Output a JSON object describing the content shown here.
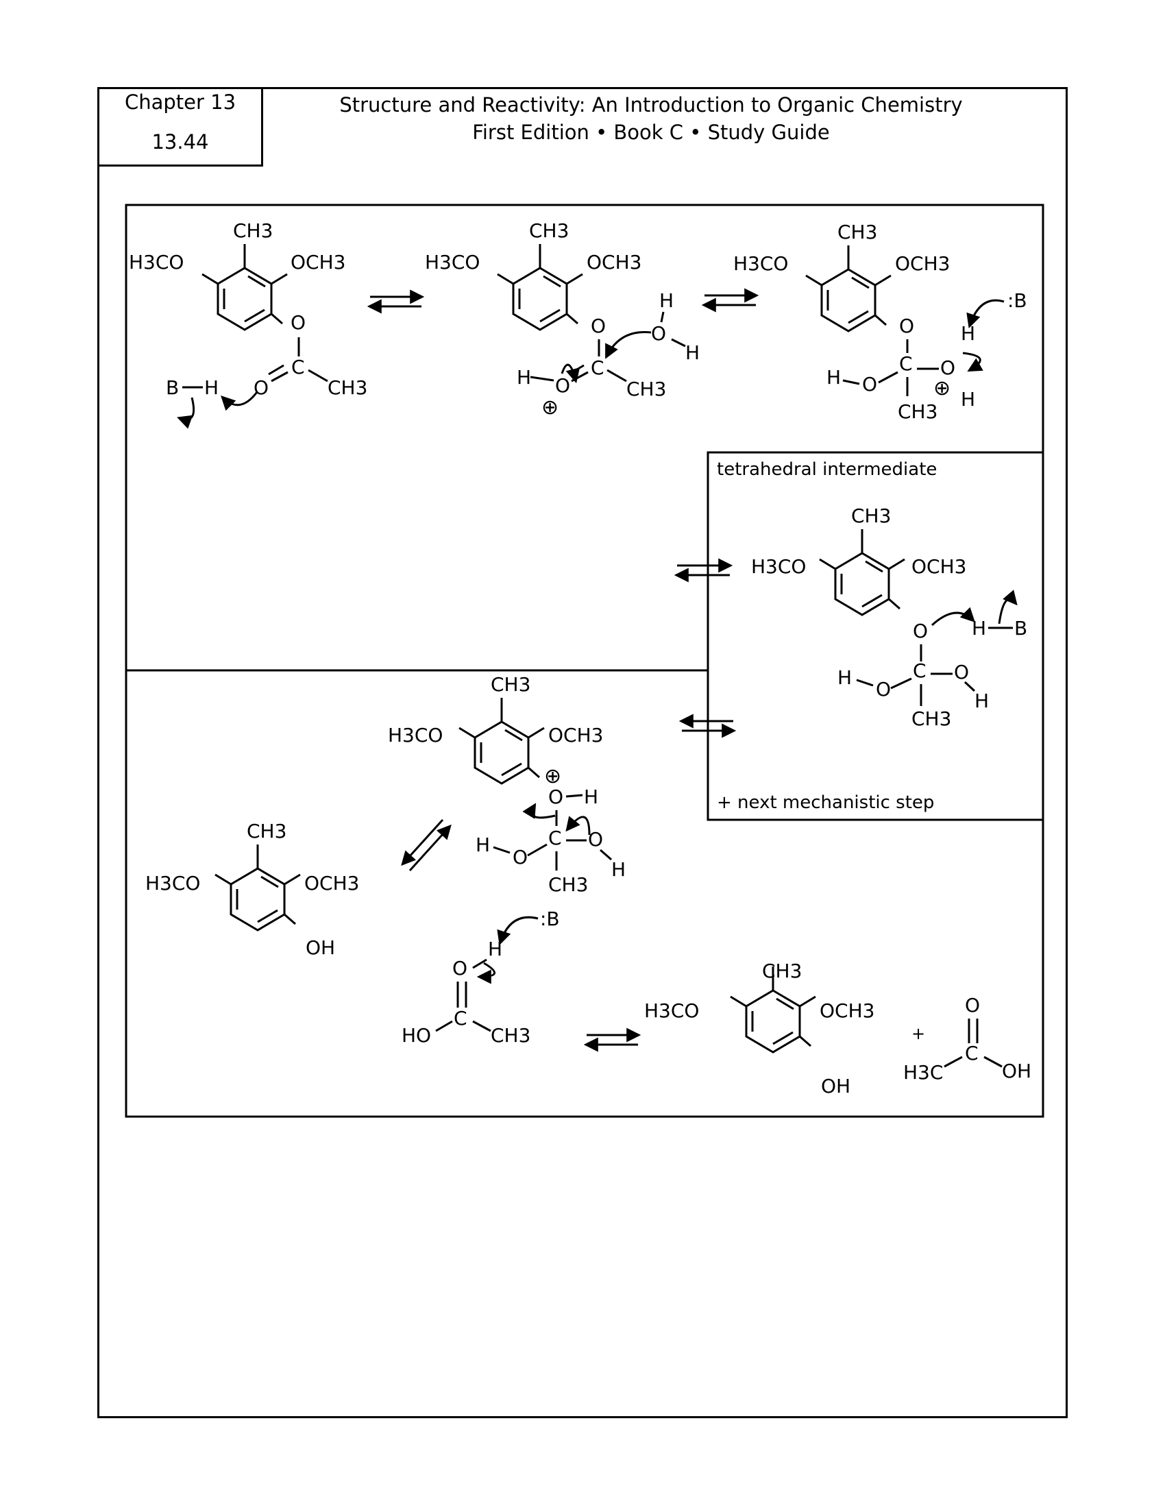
{
  "header": {
    "chapter": "Chapter 13",
    "problem": "13.44",
    "title_line1": "Structure and Reactivity: An Introduction to Organic Chemistry",
    "title_line2": "First Edition • Book C • Study Guide"
  },
  "panels": {
    "tetrahedral_label": "tetrahedral intermediate",
    "next_step_label": "+ next mechanistic step"
  },
  "atoms": {
    "ch3": "CH3",
    "h3co": "H3CO",
    "och3": "OCH3",
    "h3c": "H3C",
    "o": "O",
    "c": "C",
    "h": "H",
    "b": "B",
    "base": ":B",
    "ho": "HO",
    "oh": "OH",
    "plus_charge": "⊕",
    "plus": "+"
  }
}
